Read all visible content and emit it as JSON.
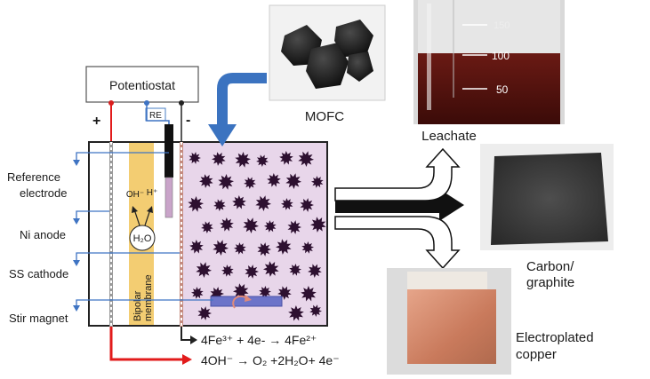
{
  "potentiostat": {
    "title": "Potentiostat",
    "plus": "+",
    "minus": "-",
    "re": "RE"
  },
  "inputs": {
    "feed_label": "MOFC"
  },
  "cell": {
    "ion_oh": "OH⁻",
    "ion_h": "H⁺",
    "water": "H₂O",
    "membrane_label": "Bipolar membrane"
  },
  "labels": {
    "reference": "Reference electrode",
    "ni_anode": "Ni anode",
    "ss_cathode": "SS cathode",
    "stir": "Stir magnet"
  },
  "outputs": {
    "leachate": "Leachate",
    "carbon": "Carbon/ graphite",
    "copper": "Electroplated copper",
    "beaker_marks": [
      "150",
      "100",
      "50"
    ]
  },
  "reactions": {
    "cathode": "4Fe³⁺ + 4e- → 4Fe²⁺",
    "anode": "4OH⁻ → O₂ +2H₂O+ 4e⁻"
  },
  "colors": {
    "pink_chamber": "#e8d6ea",
    "membrane": "#f3cd72",
    "red_wire": "#e21b1b",
    "blue_arrow": "#3b73c0",
    "particle": "#2d1030",
    "leachate": "#5c1410",
    "copper": "#d08a6a"
  }
}
